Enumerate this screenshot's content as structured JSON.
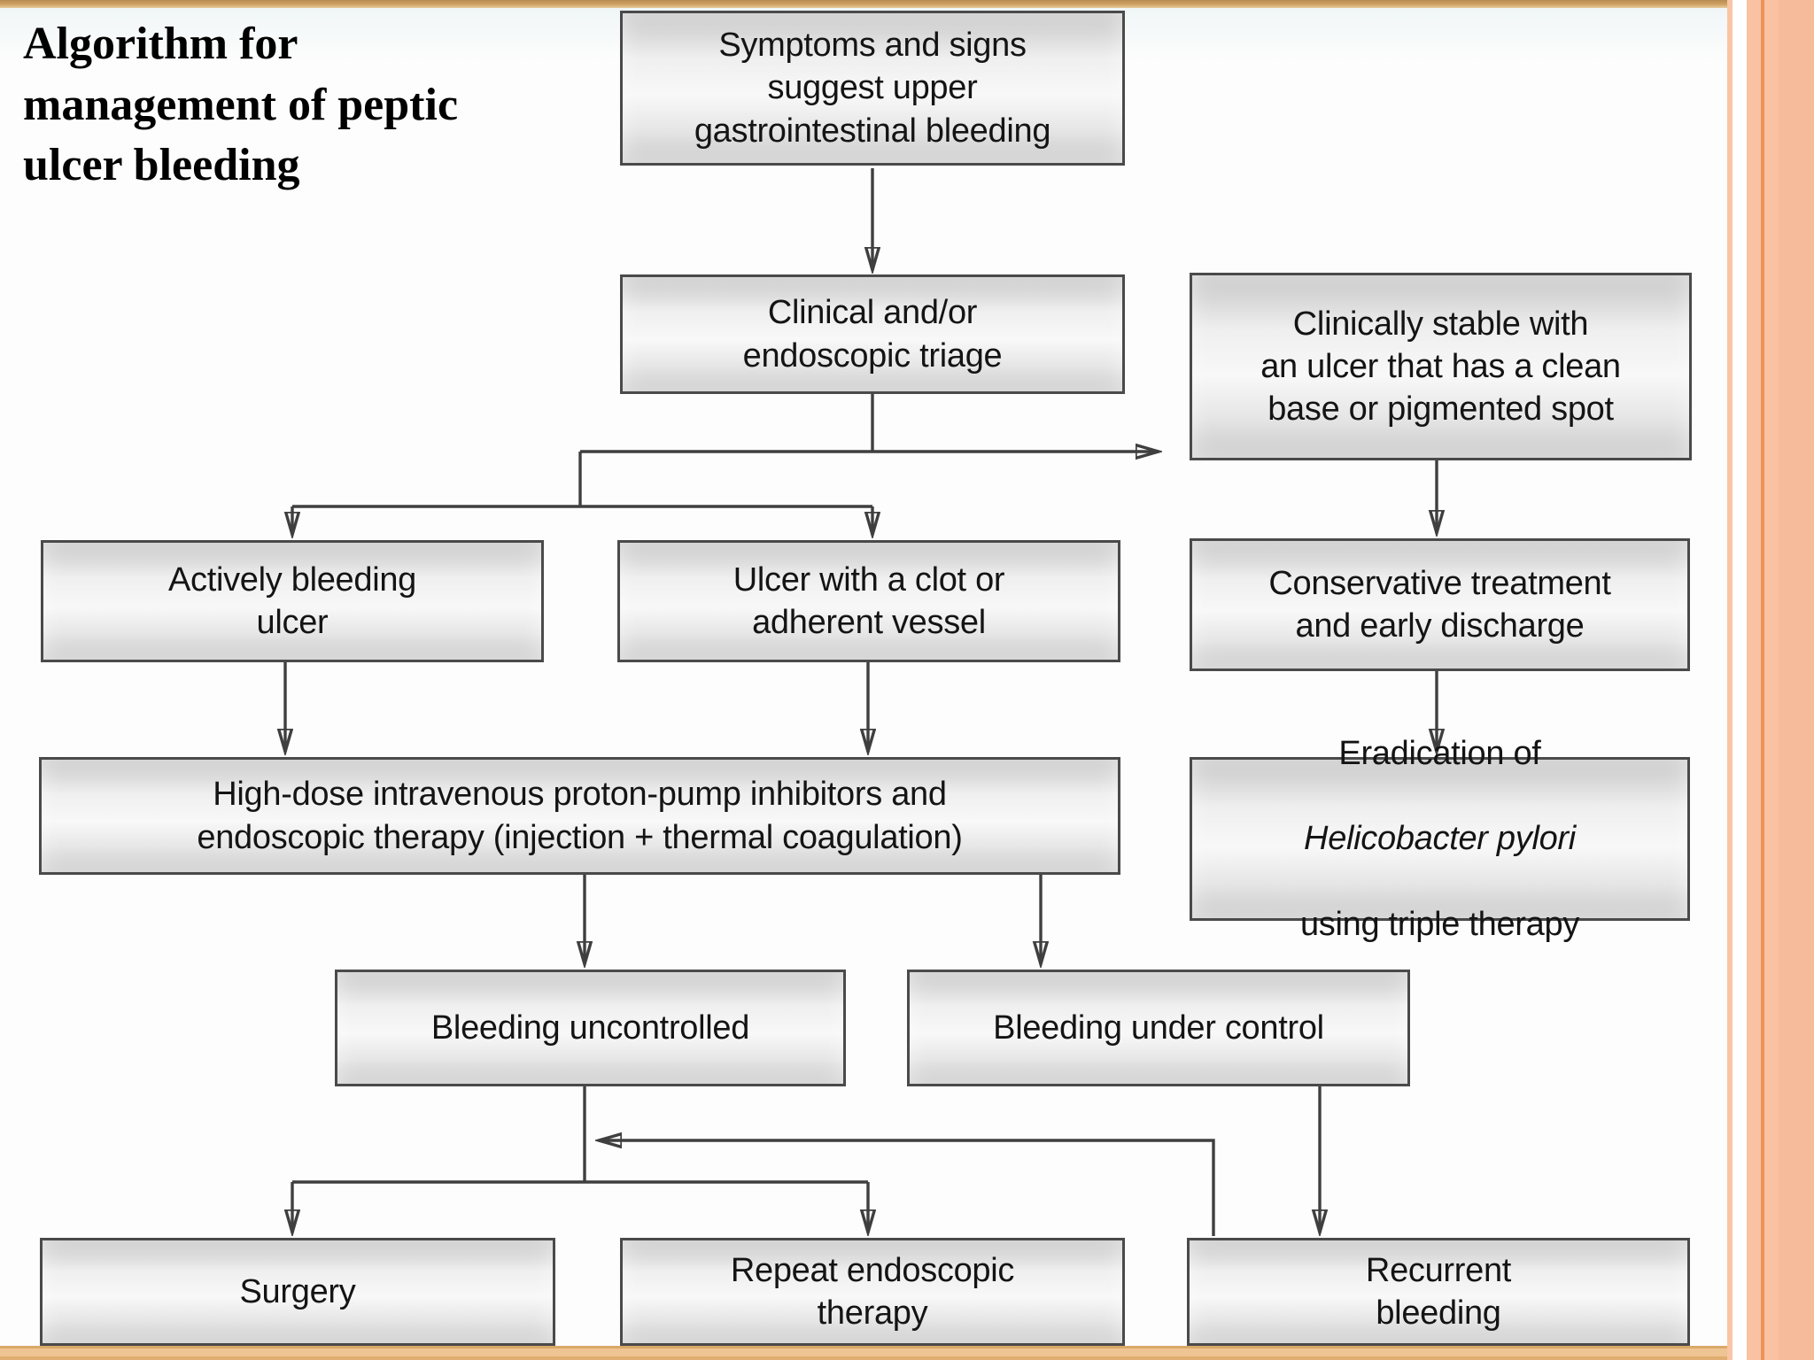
{
  "title": "Algorithm for\nmanagement of peptic\nulcer bleeding",
  "nodes": {
    "symptoms": {
      "label": "Symptoms and signs\nsuggest upper\ngastrointestinal bleeding"
    },
    "triage": {
      "label": "Clinical and/or\nendoscopic triage"
    },
    "stable": {
      "label": "Clinically stable with\nan ulcer that has a clean\nbase or pigmented spot"
    },
    "active": {
      "label": "Actively bleeding\nulcer"
    },
    "clot": {
      "label": "Ulcer with a clot or\nadherent vessel"
    },
    "conservative": {
      "label": "Conservative treatment\nand early discharge"
    },
    "ppi": {
      "label": "High-dose intravenous proton-pump inhibitors and\nendoscopic therapy (injection + thermal coagulation)"
    },
    "eradication": {
      "line1": "Eradication of",
      "line2_italic": "Helicobacter pylori",
      "line3": "using triple therapy"
    },
    "uncontrolled": {
      "label": "Bleeding uncontrolled"
    },
    "controlled": {
      "label": "Bleeding under control"
    },
    "surgery": {
      "label": "Surgery"
    },
    "repeat": {
      "label": "Repeat endoscopic\ntherapy"
    },
    "recurrent": {
      "label": "Recurrent\nbleeding"
    }
  },
  "colors": {
    "box_fill_light": "#f8f8f8",
    "box_fill_dark": "#c6c6c6",
    "box_border": "#4a4a4a",
    "connector": "#3f3f3f",
    "frame_peach": "#f8c2a3",
    "frame_orange_line": "#ee9257",
    "frame_tan": "#eec492",
    "frame_top_tan": "#cfa265",
    "background": "#fdfdfd",
    "text": "#141414"
  }
}
